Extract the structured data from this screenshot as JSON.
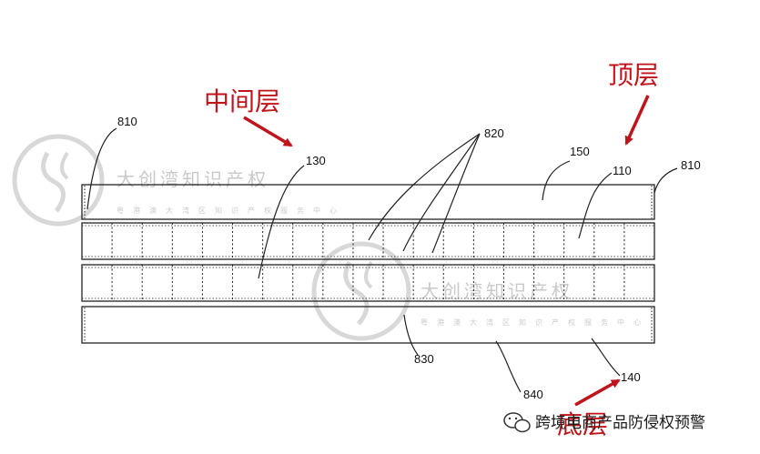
{
  "annotations": {
    "middle_layer": "中间层",
    "top_layer": "顶层",
    "bottom_layer": "底层"
  },
  "ref_labels": {
    "l810a": "810",
    "l810b": "810",
    "l130": "130",
    "l820": "820",
    "l150": "150",
    "l110": "110",
    "l830": "830",
    "l840": "840",
    "l140": "140"
  },
  "watermark": {
    "brand": "大创湾知识产权",
    "sub": "粤港澳大湾区知识产权服务中心"
  },
  "footer": {
    "text": "跨境电商产品防侵权预警"
  },
  "colors": {
    "annotation": "#c0141c",
    "line": "#222222",
    "watermark": "#bdbdbd"
  }
}
